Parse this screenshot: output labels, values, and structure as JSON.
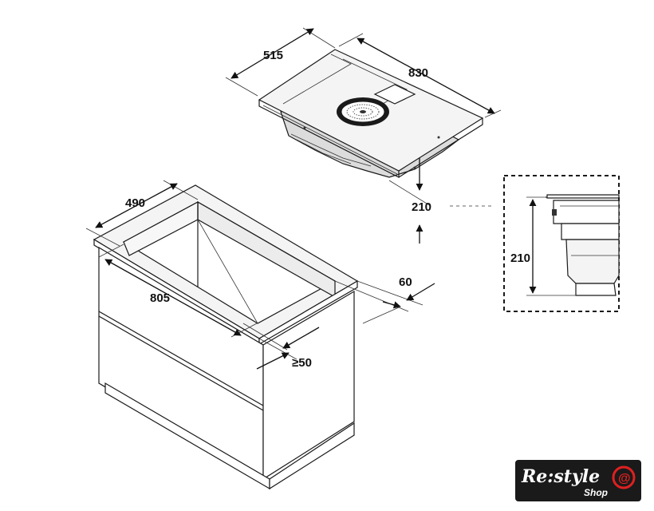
{
  "dimensions": {
    "hob_depth": "515",
    "hob_width": "830",
    "hob_height": "210",
    "cutout_depth": "490",
    "cutout_width": "805",
    "edge_gap": "60",
    "rear_clearance": "≥50",
    "detail_height": "210"
  },
  "logo": {
    "main": "Re:style",
    "sub": "Shop",
    "brand_color": "#e02020"
  }
}
